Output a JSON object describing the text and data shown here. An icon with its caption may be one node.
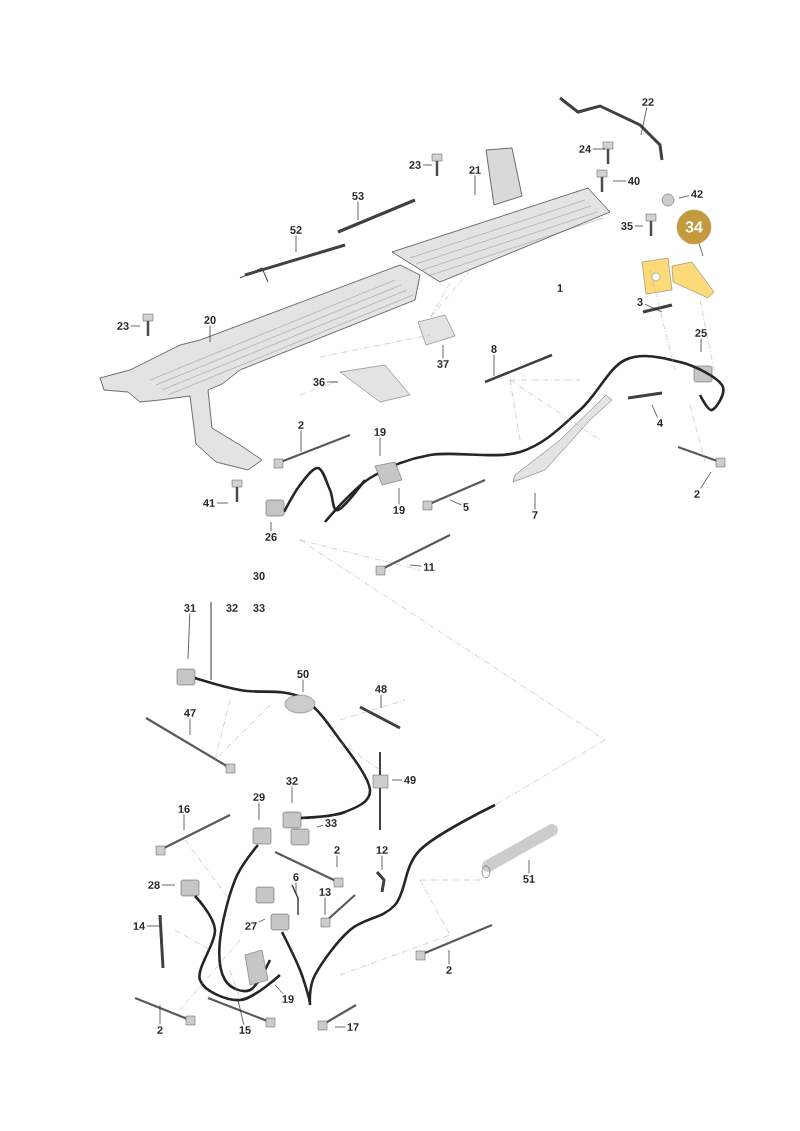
{
  "diagram": {
    "nodes": [
      {
        "text": [
          "22"
        ]
      },
      {
        "text": [
          "24"
        ]
      },
      {
        "text": [
          "23"
        ]
      },
      {
        "text": [
          "21"
        ]
      },
      {
        "text": [
          "40"
        ]
      },
      {
        "text": [
          "42"
        ]
      },
      {
        "text": [
          "53"
        ]
      },
      {
        "text": [
          "35"
        ]
      },
      {
        "text": [
          "34"
        ]
      },
      {
        "text": [
          "52"
        ]
      },
      {
        "text": [
          "23"
        ]
      },
      {
        "text": [
          "20"
        ]
      },
      {
        "text": [
          "3"
        ]
      },
      {
        "text": [
          "25"
        ]
      },
      {
        "text": [
          "8"
        ]
      },
      {
        "text": [
          "36"
        ]
      },
      {
        "text": [
          "37"
        ]
      },
      {
        "text": [
          "4"
        ]
      },
      {
        "text": [
          "2"
        ]
      },
      {
        "text": [
          "19"
        ]
      },
      {
        "text": [
          "2"
        ]
      },
      {
        "text": [
          "41"
        ]
      },
      {
        "text": [
          "19"
        ]
      },
      {
        "text": [
          "5"
        ]
      },
      {
        "text": [
          "7"
        ]
      },
      {
        "text": [
          "26"
        ]
      },
      {
        "text": [
          "11"
        ]
      },
      {
        "text": [
          "31"
        ]
      },
      {
        "text": [
          "50"
        ]
      },
      {
        "text": [
          "48"
        ]
      },
      {
        "text": [
          "47"
        ]
      },
      {
        "text": [
          "49"
        ]
      },
      {
        "text": [
          "32"
        ]
      },
      {
        "text": [
          "29"
        ]
      },
      {
        "text": [
          "16"
        ]
      },
      {
        "text": [
          "33"
        ]
      },
      {
        "text": [
          "2"
        ]
      },
      {
        "text": [
          "12"
        ]
      },
      {
        "text": [
          "28"
        ]
      },
      {
        "text": [
          "6"
        ]
      },
      {
        "text": [
          "13"
        ]
      },
      {
        "text": [
          "51"
        ]
      },
      {
        "text": [
          "14"
        ]
      },
      {
        "text": [
          "27"
        ]
      },
      {
        "text": [
          "19"
        ]
      },
      {
        "text": [
          "2"
        ]
      },
      {
        "text": [
          "2"
        ]
      },
      {
        "text": [
          "15"
        ]
      },
      {
        "text": [
          "17"
        ]
      }
    ],
    "edges": [
      {
        "from": 0,
        "to": null,
        "arrow": "none"
      },
      {
        "from": 1,
        "to": null,
        "arrow": "none"
      },
      {
        "from": 2,
        "to": null,
        "arrow": "none"
      },
      {
        "from": 3,
        "to": null,
        "arrow": "none"
      },
      {
        "from": 4,
        "to": null,
        "arrow": "none"
      },
      {
        "from": 5,
        "to": null,
        "arrow": "none"
      },
      {
        "from": 6,
        "to": null,
        "arrow": "none"
      },
      {
        "from": 7,
        "to": null,
        "arrow": "none"
      },
      {
        "from": 8,
        "to": null,
        "arrow": "none"
      },
      {
        "from": 9,
        "to": null,
        "arrow": "none"
      },
      {
        "from": 10,
        "to": null,
        "arrow": "none"
      },
      {
        "from": 11,
        "to": null,
        "arrow": "none"
      },
      {
        "from": 12,
        "to": null,
        "arrow": "none"
      },
      {
        "from": 13,
        "to": null,
        "arrow": "none"
      },
      {
        "from": 14,
        "to": null,
        "arrow": "none"
      },
      {
        "from": 15,
        "to": null,
        "arrow": "none"
      },
      {
        "from": 16,
        "to": null,
        "arrow": "none"
      },
      {
        "from": 17,
        "to": null,
        "arrow": "none"
      },
      {
        "from": 18,
        "to": null,
        "arrow": "none"
      },
      {
        "from": 19,
        "to": null,
        "arrow": "none"
      },
      {
        "from": 20,
        "to": null,
        "arrow": "none"
      },
      {
        "from": 21,
        "to": null,
        "arrow": "none"
      },
      {
        "from": 22,
        "to": null,
        "arrow": "none"
      },
      {
        "from": 23,
        "to": null,
        "arrow": "none"
      },
      {
        "from": 24,
        "to": null,
        "arrow": "none"
      },
      {
        "from": 25,
        "to": null,
        "arrow": "none"
      },
      {
        "from": 26,
        "to": null,
        "arrow": "none"
      },
      {
        "from": 27,
        "to": null,
        "arrow": "none"
      },
      {
        "from": 28,
        "to": null,
        "arrow": "none"
      },
      {
        "from": 29,
        "to": null,
        "arrow": "none"
      },
      {
        "from": 30,
        "to": null,
        "arrow": "none"
      },
      {
        "from": 31,
        "to": null,
        "arrow": "none"
      },
      {
        "from": 32,
        "to": null,
        "arrow": "none"
      },
      {
        "from": 33,
        "to": null,
        "arrow": "none"
      },
      {
        "from": 34,
        "to": null,
        "arrow": "none"
      },
      {
        "from": 35,
        "to": null,
        "arrow": "none"
      },
      {
        "from": 36,
        "to": null,
        "arrow": "none"
      },
      {
        "from": 37,
        "to": null,
        "arrow": "none"
      },
      {
        "from": 38,
        "to": null,
        "arrow": "none"
      },
      {
        "from": 39,
        "to": null,
        "arrow": "none"
      },
      {
        "from": 40,
        "to": null,
        "arrow": "none"
      },
      {
        "from": 41,
        "to": null,
        "arrow": "none"
      },
      {
        "from": 42,
        "to": null,
        "arrow": "none"
      },
      {
        "from": 43,
        "to": null,
        "arrow": "none"
      },
      {
        "from": 44,
        "to": null,
        "arrow": "none"
      },
      {
        "from": 45,
        "to": null,
        "arrow": "none"
      },
      {
        "from": 46,
        "to": null,
        "arrow": "none"
      },
      {
        "from": 47,
        "to": null,
        "arrow": "none"
      },
      {
        "from": 48,
        "to": null,
        "arrow": "none"
      }
    ],
    "labels": [
      "1",
      "30",
      "32",
      "33"
    ]
  }
}
